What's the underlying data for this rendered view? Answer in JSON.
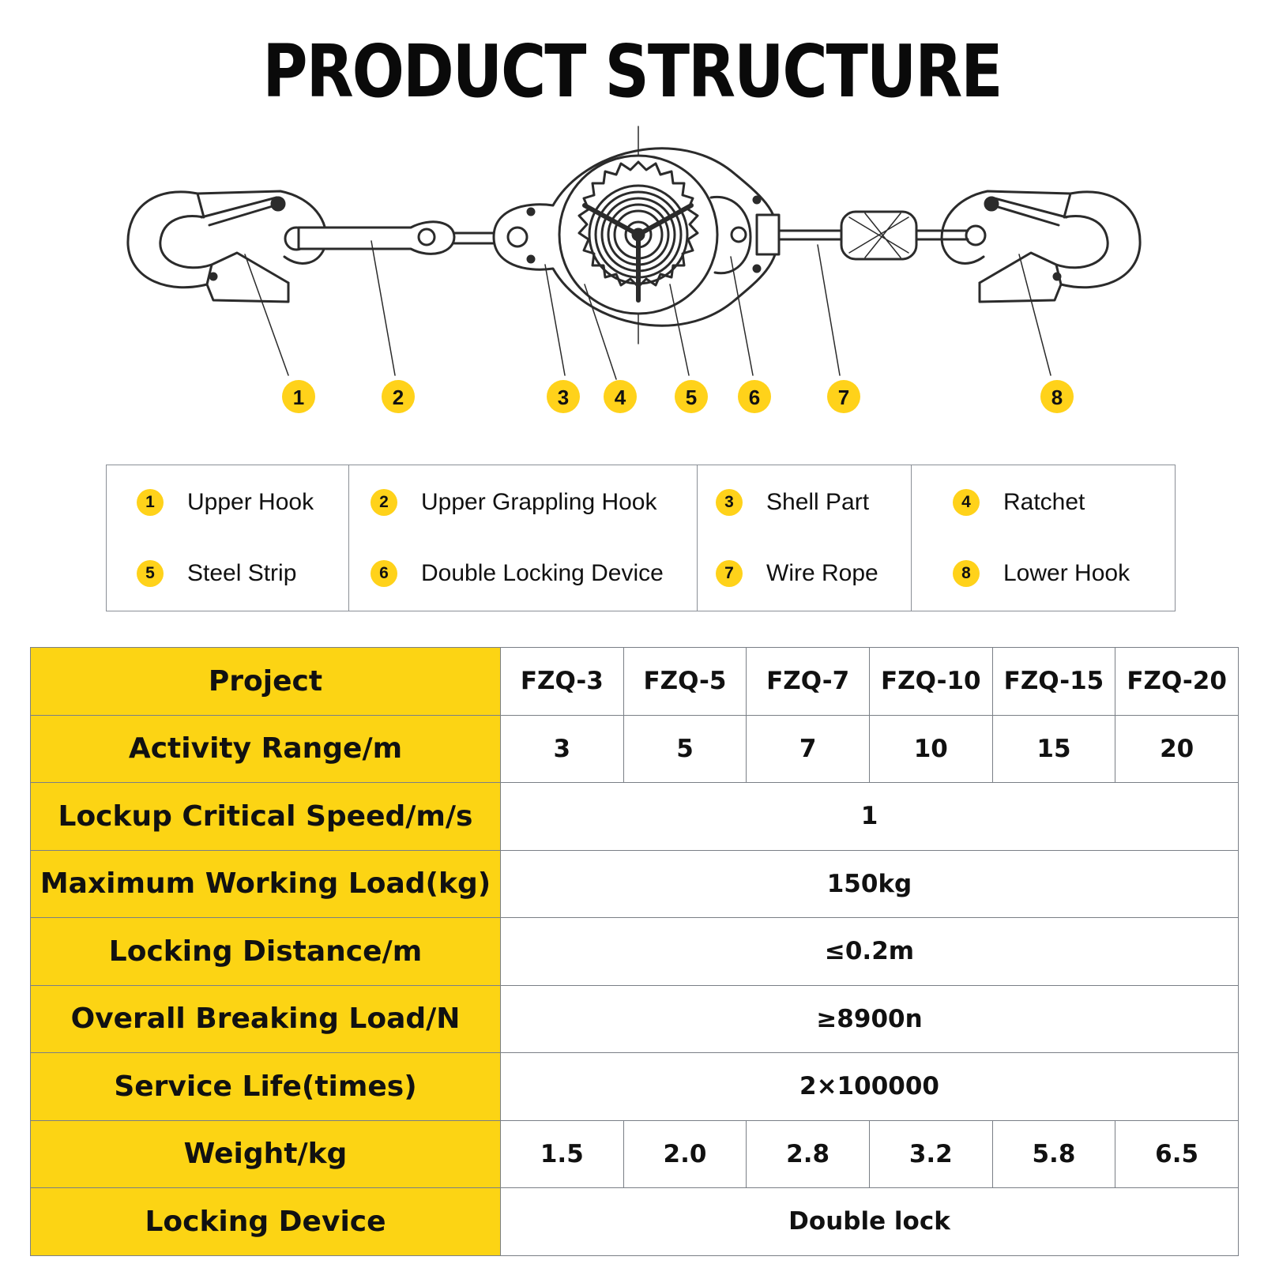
{
  "title": "PRODUCT STRUCTURE",
  "callout_color": "#ffd21a",
  "param_color": "#fcd414",
  "callouts": [
    "1",
    "2",
    "3",
    "4",
    "5",
    "6",
    "7",
    "8"
  ],
  "legend": [
    {
      "num": "1",
      "label": "Upper Hook"
    },
    {
      "num": "2",
      "label": "Upper Grappling Hook"
    },
    {
      "num": "3",
      "label": "Shell Part"
    },
    {
      "num": "4",
      "label": "Ratchet"
    },
    {
      "num": "5",
      "label": "Steel Strip"
    },
    {
      "num": "6",
      "label": "Double Locking Device"
    },
    {
      "num": "7",
      "label": "Wire Rope"
    },
    {
      "num": "8",
      "label": "Lower Hook"
    }
  ],
  "table": {
    "rows": [
      {
        "label": "Project",
        "values": [
          "FZQ-3",
          "FZQ-5",
          "FZQ-7",
          "FZQ-10",
          "FZQ-15",
          "FZQ-20"
        ]
      },
      {
        "label": "Activity Range/m",
        "values": [
          "3",
          "5",
          "7",
          "10",
          "15",
          "20"
        ]
      },
      {
        "label": "Lockup Critical Speed/m/s",
        "value": "1"
      },
      {
        "label": "Maximum Working Load(kg)",
        "value": "150kg"
      },
      {
        "label": "Locking Distance/m",
        "value": "≤0.2m"
      },
      {
        "label": "Overall Breaking Load/N",
        "value": "≥8900n"
      },
      {
        "label": "Service Life(times)",
        "value": "2×100000"
      },
      {
        "label": "Weight/kg",
        "values": [
          "1.5",
          "2.0",
          "2.8",
          "3.2",
          "5.8",
          "6.5"
        ]
      },
      {
        "label": "Locking Device",
        "value": "Double lock"
      }
    ]
  }
}
